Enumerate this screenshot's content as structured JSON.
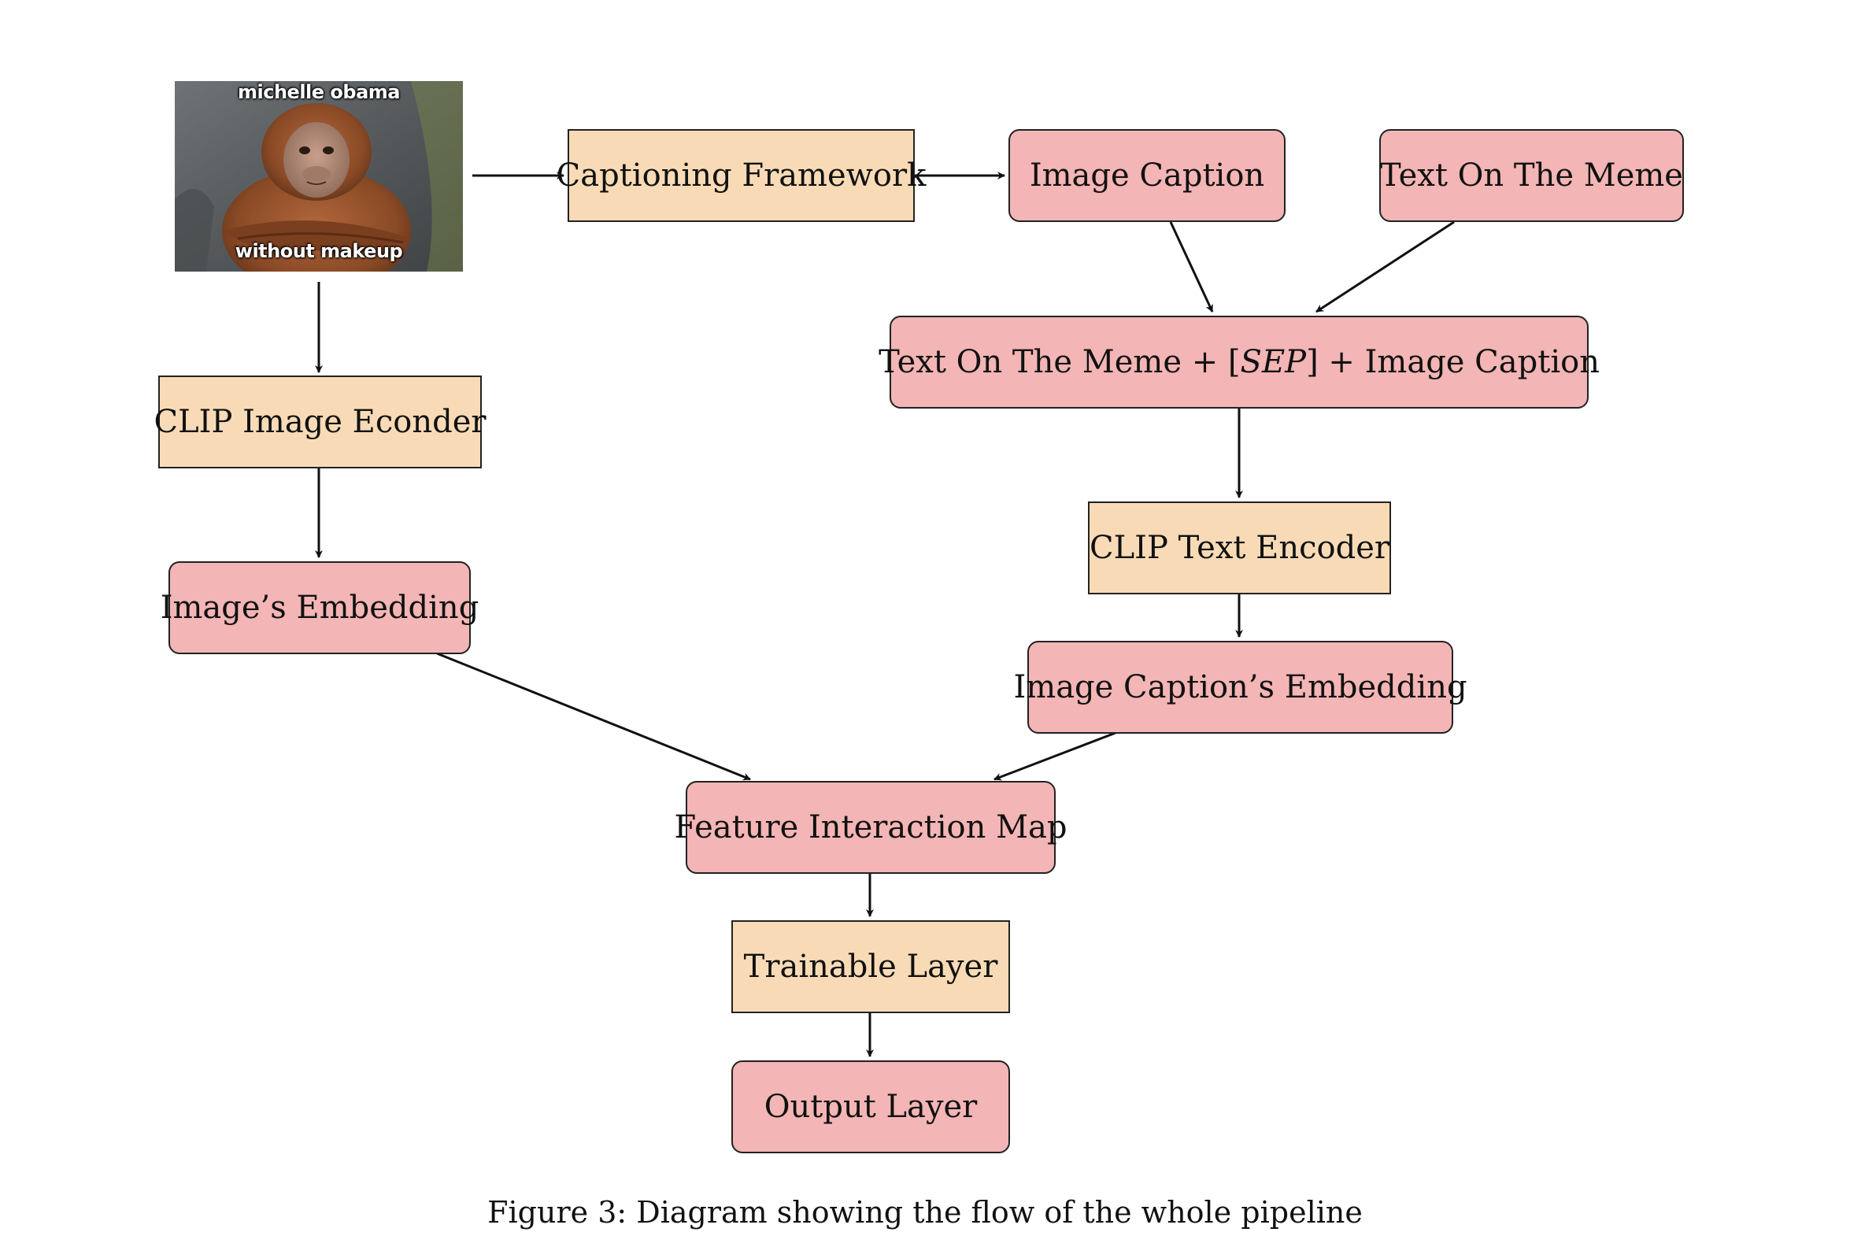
{
  "meme": {
    "top_text": "michelle obama",
    "bottom_text": "without makeup"
  },
  "nodes": {
    "captioning_framework": "Captioning Framework",
    "image_caption": "Image Caption",
    "text_on_meme": "Text On The Meme",
    "combined_text_prefix": "Text On The Meme + [",
    "combined_text_sep": "SEP",
    "combined_text_suffix": "] + Image Caption",
    "clip_image_encoder": "CLIP Image Econder",
    "clip_text_encoder": "CLIP Text Encoder",
    "image_embedding": "Image’s Embedding",
    "caption_embedding": "Image Caption’s Embedding",
    "feature_interaction_map": "Feature Interaction Map",
    "trainable_layer": "Trainable Layer",
    "output_layer": "Output Layer"
  },
  "caption": "Figure 3: Diagram showing the flow of the whole pipeline",
  "colors": {
    "process_fill": "#f8dbb6",
    "data_fill": "#f3b5b5",
    "stroke": "#222222"
  }
}
